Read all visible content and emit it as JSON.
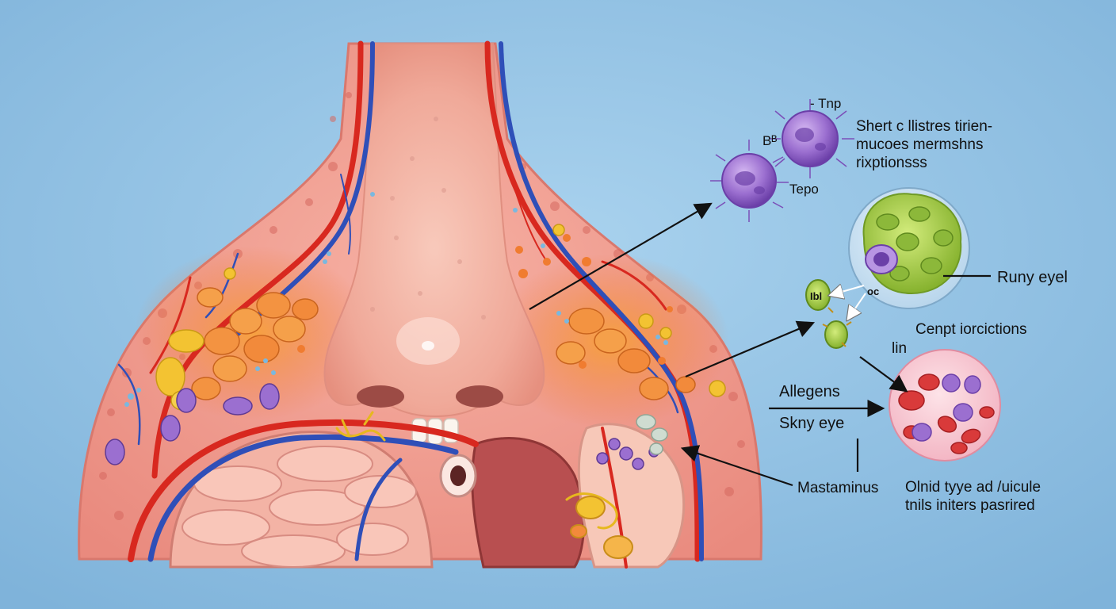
{
  "colors": {
    "background": "#8fc0e2",
    "tissue": "#f2a79f",
    "tissue_dark": "#e0847a",
    "skin": "#f6c2b4",
    "artery": "#d8281f",
    "vein": "#2f4fb8",
    "inflammation": "#f5913a",
    "fat": "#f3c332",
    "cell_purple": "#9b6fd0",
    "cell_green": "#9cc63e",
    "arrow": "#111111"
  },
  "labels": {
    "top_cell_tag": "- Tnp",
    "b_tag": "Bᴮ",
    "tepo": "Tepo",
    "description_block": [
      "Shert c llistres tirien-",
      "mucoes mermshns",
      "rixptionsss"
    ],
    "runy_eyel": "Runy eyel",
    "ibl": "Ibl",
    "oc": "oc",
    "cenpt": "Cenpt iorcictions",
    "lin": "lin",
    "allegens": "Allegens",
    "skny_eye": "Skny eye",
    "mastaminus": "Mastaminus",
    "bottom_right_block": [
      "Olnid tyye ad /uicule",
      "tnils initers pasrired"
    ]
  },
  "icons": [
    "purple-immune-cell-icon",
    "green-mast-cell-icon",
    "small-green-cell-icon",
    "red-blood-cell-cluster-icon"
  ]
}
